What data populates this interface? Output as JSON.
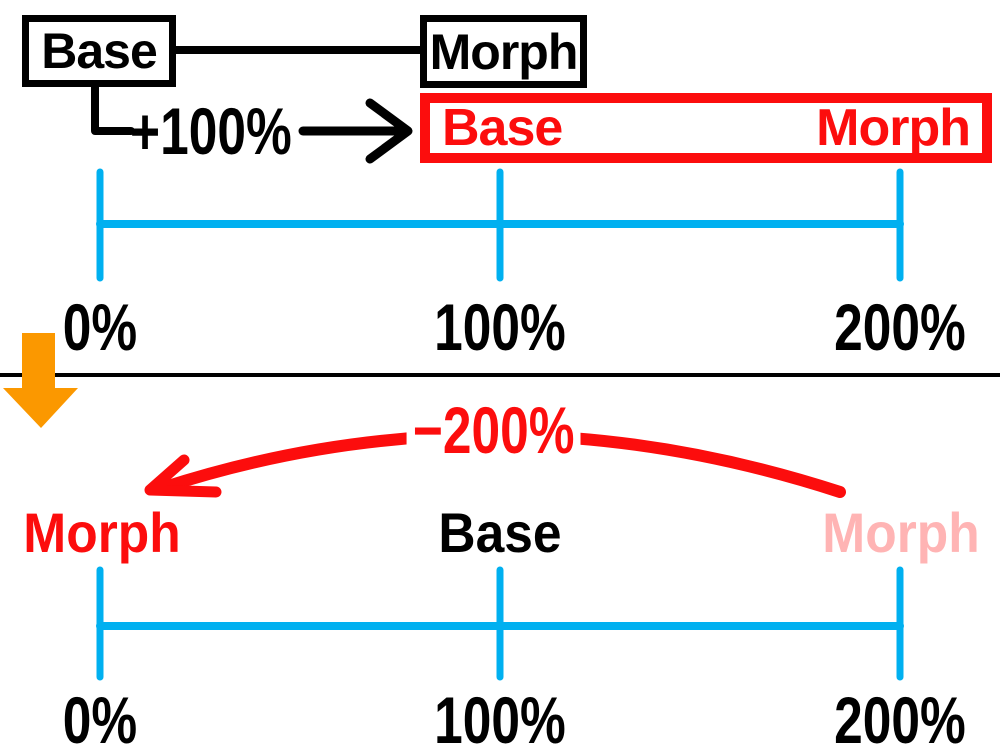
{
  "colors": {
    "blue": "#00B0F0",
    "red": "#FC0D0D",
    "pink": "#FFB4B4",
    "orange": "#FB9800",
    "black": "#000000"
  },
  "flow": {
    "base_box_label": "Base",
    "morph_box_label": "Morph",
    "plus_label": "+100%"
  },
  "range_box": {
    "left_label": "Base",
    "right_label": "Morph"
  },
  "top_ruler": {
    "labels": [
      "0%",
      "100%",
      "200%"
    ]
  },
  "transfer": {
    "minus_label": "−200%"
  },
  "result_row": {
    "left": "Morph",
    "center": "Base",
    "right": "Morph"
  },
  "bottom_ruler": {
    "labels": [
      "0%",
      "100%",
      "200%"
    ]
  }
}
